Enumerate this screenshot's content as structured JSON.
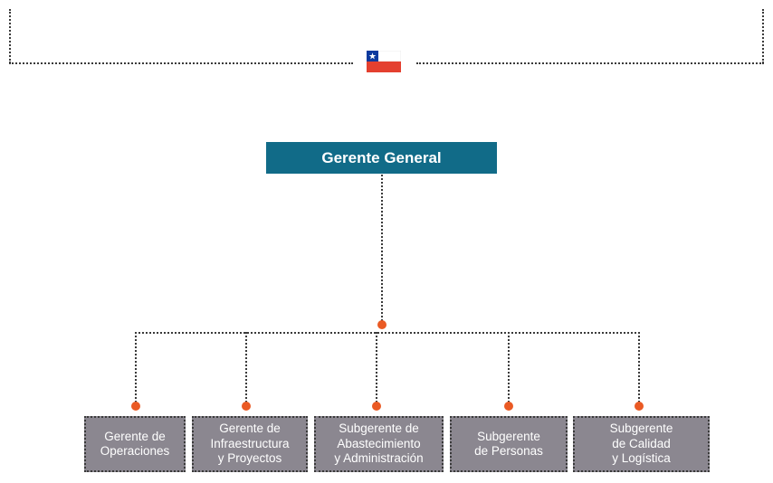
{
  "colors": {
    "head_box": "#116b88",
    "sub_box": "#8b8790",
    "connector_dot": "#ea5a24",
    "flag_blue": "#0d3a9e",
    "flag_red": "#e4402f",
    "flag_white": "#ffffff"
  },
  "header": {
    "flag_icon": "chile-flag-icon"
  },
  "org": {
    "head": "Gerente General",
    "subordinates": [
      {
        "label": "Gerente de\nOperaciones"
      },
      {
        "label": "Gerente de\nInfraestructura\ny Proyectos"
      },
      {
        "label": "Subgerente de\nAbastecimiento\ny Administración"
      },
      {
        "label": "Subgerente\nde Personas"
      },
      {
        "label": "Subgerente\nde Calidad\ny Logística"
      }
    ]
  }
}
